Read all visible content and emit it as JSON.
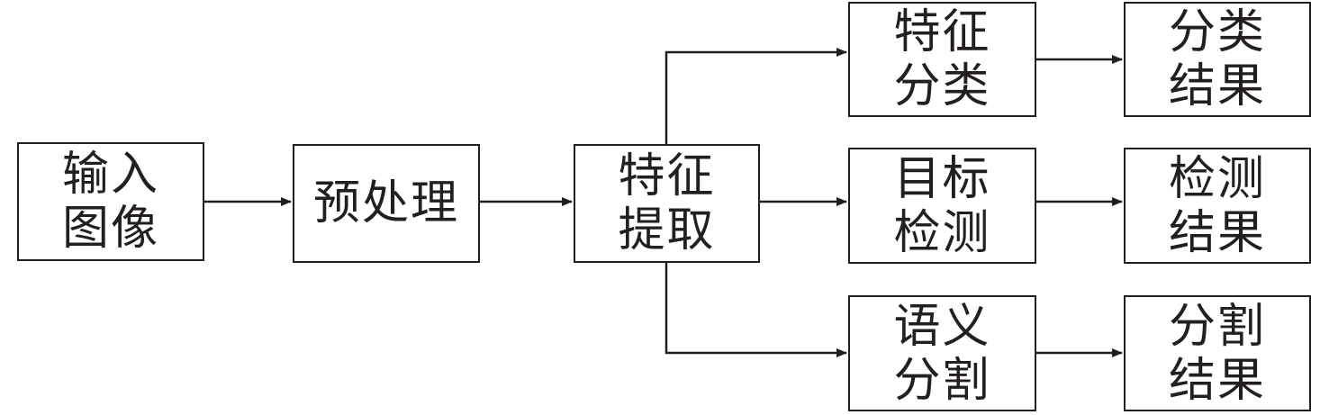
{
  "diagram": {
    "stroke_color": "#231f20",
    "nodes": {
      "input_image": {
        "line1": "输入",
        "line2": "图像"
      },
      "preprocess": {
        "line1": "预处理"
      },
      "feature_extraction": {
        "line1": "特征",
        "line2": "提取"
      },
      "feature_classification": {
        "line1": "特征",
        "line2": "分类"
      },
      "object_detection": {
        "line1": "目标",
        "line2": "检测"
      },
      "semantic_segmentation": {
        "line1": "语义",
        "line2": "分割"
      },
      "classification_result": {
        "line1": "分类",
        "line2": "结果"
      },
      "detection_result": {
        "line1": "检测",
        "line2": "结果"
      },
      "segmentation_result": {
        "line1": "分割",
        "line2": "结果"
      }
    },
    "edges": [
      {
        "from": "input_image",
        "to": "preprocess"
      },
      {
        "from": "preprocess",
        "to": "feature_extraction"
      },
      {
        "from": "feature_extraction",
        "to": "feature_classification"
      },
      {
        "from": "feature_extraction",
        "to": "object_detection"
      },
      {
        "from": "feature_extraction",
        "to": "semantic_segmentation"
      },
      {
        "from": "feature_classification",
        "to": "classification_result"
      },
      {
        "from": "object_detection",
        "to": "detection_result"
      },
      {
        "from": "semantic_segmentation",
        "to": "segmentation_result"
      }
    ]
  }
}
